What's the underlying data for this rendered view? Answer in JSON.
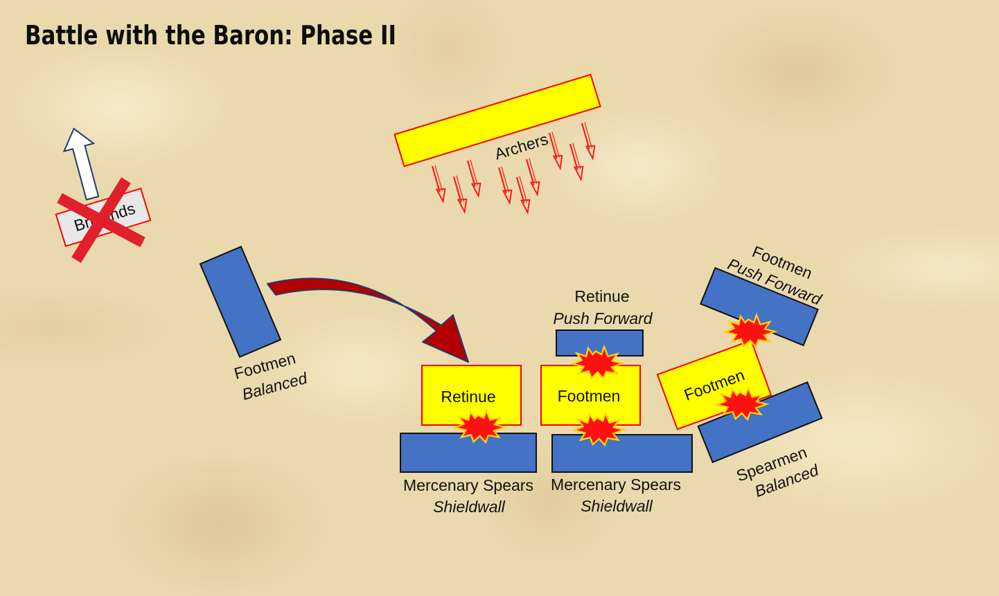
{
  "title": "Battle with the Baron: Phase II",
  "colors": {
    "background": "#ead9ad",
    "friendly_fill": "#4472c4",
    "enemy_fill": "#ffff00",
    "enemy_stroke": "#ff0000",
    "routed_fill": "#e8e8e8",
    "cross": "#e0202a",
    "clash_fill": "#ff1111",
    "clash_stroke": "#ffd400",
    "move_arrow": "#b30000"
  },
  "icons": [
    "clash-burst-icon",
    "arrow-icon",
    "cross-icon"
  ],
  "units": {
    "archers": {
      "label": "Archers"
    },
    "brigands": {
      "label": "Brigands"
    },
    "footmen_left": {
      "label": "Footmen",
      "stance": "Balanced"
    },
    "enemy_retinue": {
      "label": "Retinue"
    },
    "enemy_footmen_center": {
      "label": "Footmen"
    },
    "enemy_footmen_right": {
      "label": "Footmen"
    },
    "retinue_top": {
      "label": "Retinue",
      "stance": "Push Forward"
    },
    "footmen_top_right": {
      "label": "Footmen",
      "stance": "Push Forward"
    },
    "mercenary_spears_left": {
      "label": "Mercenary Spears",
      "stance": "Shieldwall"
    },
    "mercenary_spears_right": {
      "label": "Mercenary Spears",
      "stance": "Shieldwall"
    },
    "spearmen": {
      "label": "Spearmen",
      "stance": "Balanced"
    }
  }
}
